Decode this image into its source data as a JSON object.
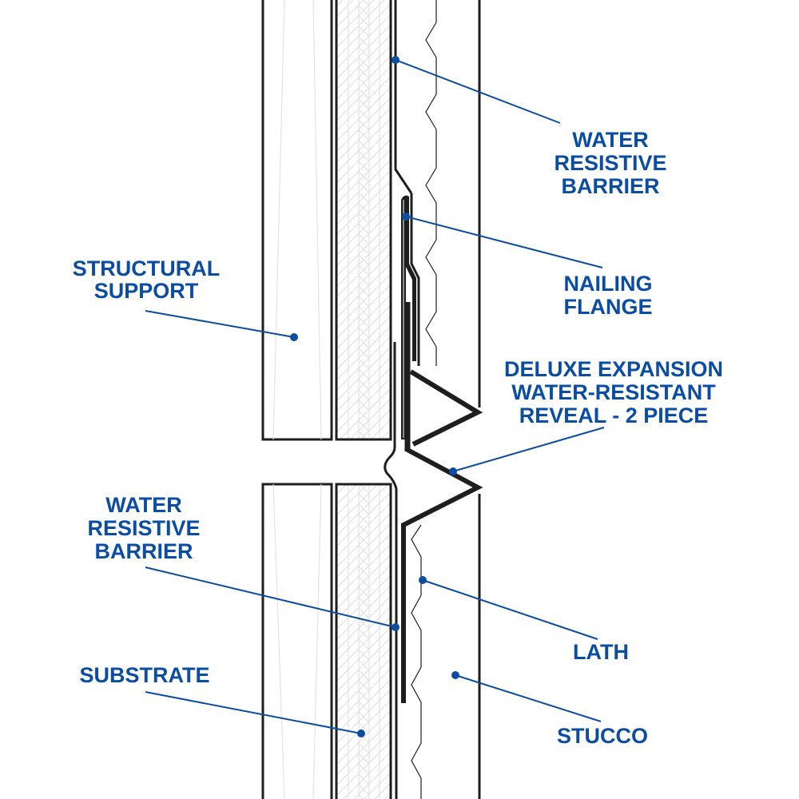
{
  "diagram": {
    "title": "Deluxe Expansion Water-Resistant Reveal - 2 Piece stucco wall section",
    "accent_color": "#0b4da2",
    "line_color": "#1e1e1e",
    "labels": {
      "wrb_top": [
        "WATER",
        "RESISTIVE",
        "BARRIER"
      ],
      "nailing_flange": [
        "NAILING",
        "FLANGE"
      ],
      "structural_support": [
        "STRUCTURAL",
        "SUPPORT"
      ],
      "reveal": [
        "DELUXE EXPANSION",
        "WATER-RESISTANT",
        "REVEAL - 2 PIECE"
      ],
      "wrb_bottom": [
        "WATER",
        "RESISTIVE",
        "BARRIER"
      ],
      "lath": [
        "LATH"
      ],
      "substrate": [
        "SUBSTRATE"
      ],
      "stucco": [
        "STUCCO"
      ]
    },
    "components": [
      "structural-support",
      "substrate-sheathing",
      "water-resistive-barrier",
      "nailing-flange",
      "expansion-reveal",
      "lath",
      "stucco"
    ]
  }
}
